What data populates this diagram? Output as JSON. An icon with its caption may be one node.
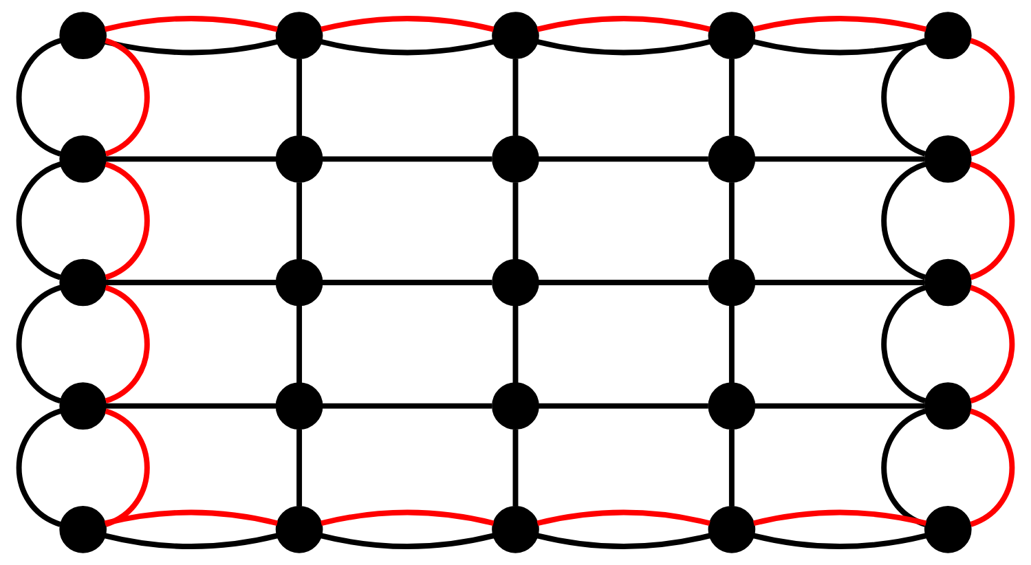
{
  "diagram": {
    "nodes": [
      {
        "text": [],
        "shape": "circle"
      },
      {
        "text": [],
        "shape": "circle"
      },
      {
        "text": [],
        "shape": "circle"
      },
      {
        "text": [],
        "shape": "circle"
      },
      {
        "text": [],
        "shape": "circle"
      },
      {
        "text": [],
        "shape": "circle"
      },
      {
        "text": [],
        "shape": "circle"
      },
      {
        "text": [],
        "shape": "circle"
      },
      {
        "text": [],
        "shape": "circle"
      },
      {
        "text": [],
        "shape": "circle"
      },
      {
        "text": [],
        "shape": "circle"
      },
      {
        "text": [],
        "shape": "circle"
      },
      {
        "text": [],
        "shape": "circle"
      },
      {
        "text": [],
        "shape": "circle"
      },
      {
        "text": [],
        "shape": "circle"
      },
      {
        "text": [],
        "shape": "circle"
      },
      {
        "text": [],
        "shape": "circle"
      },
      {
        "text": [],
        "shape": "circle"
      },
      {
        "text": [],
        "shape": "circle"
      },
      {
        "text": [],
        "shape": "circle"
      },
      {
        "text": [],
        "shape": "circle"
      },
      {
        "text": [],
        "shape": "circle"
      },
      {
        "text": [],
        "shape": "circle"
      },
      {
        "text": [],
        "shape": "circle"
      },
      {
        "text": [],
        "shape": "circle"
      }
    ],
    "edges": [
      {
        "from": 0,
        "to": 1,
        "arrow": "none"
      },
      {
        "from": 1,
        "to": 2,
        "arrow": "none"
      },
      {
        "from": 2,
        "to": 3,
        "arrow": "none"
      },
      {
        "from": 3,
        "to": 4,
        "arrow": "none"
      },
      {
        "from": 5,
        "to": 6,
        "arrow": "none"
      },
      {
        "from": 6,
        "to": 7,
        "arrow": "none"
      },
      {
        "from": 7,
        "to": 8,
        "arrow": "none"
      },
      {
        "from": 8,
        "to": 9,
        "arrow": "none"
      },
      {
        "from": 10,
        "to": 11,
        "arrow": "none"
      },
      {
        "from": 11,
        "to": 12,
        "arrow": "none"
      },
      {
        "from": 12,
        "to": 13,
        "arrow": "none"
      },
      {
        "from": 13,
        "to": 14,
        "arrow": "none"
      },
      {
        "from": 15,
        "to": 16,
        "arrow": "none"
      },
      {
        "from": 16,
        "to": 17,
        "arrow": "none"
      },
      {
        "from": 17,
        "to": 18,
        "arrow": "none"
      },
      {
        "from": 18,
        "to": 19,
        "arrow": "none"
      },
      {
        "from": 20,
        "to": 21,
        "arrow": "none"
      },
      {
        "from": 21,
        "to": 22,
        "arrow": "none"
      },
      {
        "from": 22,
        "to": 23,
        "arrow": "none"
      },
      {
        "from": 23,
        "to": 24,
        "arrow": "none"
      },
      {
        "from": 0,
        "to": 5,
        "arrow": "none"
      },
      {
        "from": 1,
        "to": 6,
        "arrow": "none"
      },
      {
        "from": 2,
        "to": 7,
        "arrow": "none"
      },
      {
        "from": 3,
        "to": 8,
        "arrow": "none"
      },
      {
        "from": 4,
        "to": 9,
        "arrow": "none"
      },
      {
        "from": 5,
        "to": 10,
        "arrow": "none"
      },
      {
        "from": 6,
        "to": 11,
        "arrow": "none"
      },
      {
        "from": 7,
        "to": 12,
        "arrow": "none"
      },
      {
        "from": 8,
        "to": 13,
        "arrow": "none"
      },
      {
        "from": 9,
        "to": 14,
        "arrow": "none"
      },
      {
        "from": 10,
        "to": 15,
        "arrow": "none"
      },
      {
        "from": 11,
        "to": 16,
        "arrow": "none"
      },
      {
        "from": 12,
        "to": 17,
        "arrow": "none"
      },
      {
        "from": 13,
        "to": 18,
        "arrow": "none"
      },
      {
        "from": 14,
        "to": 19,
        "arrow": "none"
      },
      {
        "from": 15,
        "to": 20,
        "arrow": "none"
      },
      {
        "from": 16,
        "to": 21,
        "arrow": "none"
      },
      {
        "from": 17,
        "to": 22,
        "arrow": "none"
      },
      {
        "from": 18,
        "to": 23,
        "arrow": "none"
      },
      {
        "from": 19,
        "to": 24,
        "arrow": "none"
      },
      {
        "from": 0,
        "to": 1,
        "arrow": "none",
        "color": "#ff0000"
      },
      {
        "from": 1,
        "to": 2,
        "arrow": "none",
        "color": "#ff0000"
      },
      {
        "from": 2,
        "to": 3,
        "arrow": "none",
        "color": "#ff0000"
      },
      {
        "from": 3,
        "to": 4,
        "arrow": "none",
        "color": "#ff0000"
      },
      {
        "from": 4,
        "to": 9,
        "arrow": "none",
        "color": "#ff0000"
      },
      {
        "from": 9,
        "to": 14,
        "arrow": "none",
        "color": "#ff0000"
      },
      {
        "from": 14,
        "to": 19,
        "arrow": "none",
        "color": "#ff0000"
      },
      {
        "from": 19,
        "to": 24,
        "arrow": "none",
        "color": "#ff0000"
      },
      {
        "from": 20,
        "to": 21,
        "arrow": "none",
        "color": "#ff0000"
      },
      {
        "from": 21,
        "to": 22,
        "arrow": "none",
        "color": "#ff0000"
      },
      {
        "from": 22,
        "to": 23,
        "arrow": "none",
        "color": "#ff0000"
      },
      {
        "from": 23,
        "to": 24,
        "arrow": "none",
        "color": "#ff0000"
      },
      {
        "from": 0,
        "to": 5,
        "arrow": "none",
        "color": "#ff0000"
      },
      {
        "from": 5,
        "to": 10,
        "arrow": "none",
        "color": "#ff0000"
      },
      {
        "from": 10,
        "to": 15,
        "arrow": "none",
        "color": "#ff0000"
      },
      {
        "from": 15,
        "to": 20,
        "arrow": "none",
        "color": "#ff0000"
      }
    ]
  }
}
